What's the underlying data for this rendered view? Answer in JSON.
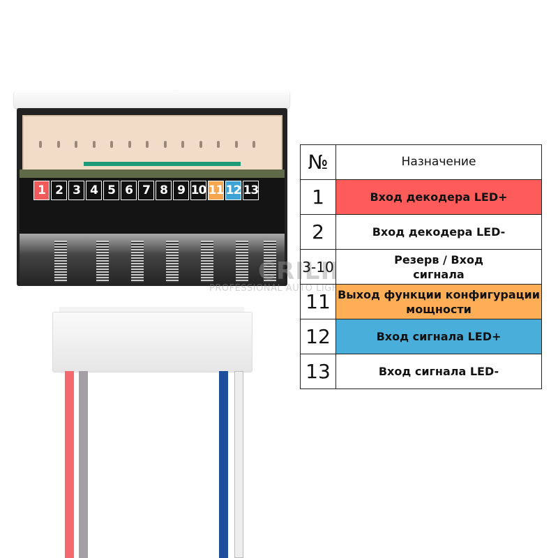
{
  "pins": [
    {
      "label": "1",
      "color": "#f05a5a"
    },
    {
      "label": "2",
      "color": "#111111"
    },
    {
      "label": "3",
      "color": "#111111"
    },
    {
      "label": "4",
      "color": "#111111"
    },
    {
      "label": "5",
      "color": "#111111"
    },
    {
      "label": "6",
      "color": "#111111"
    },
    {
      "label": "7",
      "color": "#111111"
    },
    {
      "label": "8",
      "color": "#111111"
    },
    {
      "label": "9",
      "color": "#111111"
    },
    {
      "label": "10",
      "color": "#111111"
    },
    {
      "label": "11",
      "color": "#f6a64e"
    },
    {
      "label": "12",
      "color": "#3fa3d6"
    },
    {
      "label": "13",
      "color": "#111111"
    }
  ],
  "watermark": {
    "brand": "CRILINE",
    "tagline": "PROFESSIONAL AUTO LIGHTING"
  },
  "table": {
    "header": {
      "num": "№",
      "desc": "Назначение"
    },
    "rows": [
      {
        "num": "1",
        "desc": "Вход декодера LED+",
        "color": "#fe5b5b"
      },
      {
        "num": "2",
        "desc": "Вход декодера LED-",
        "color": "#ffffff"
      },
      {
        "num": "3-10",
        "desc": "Резерв / Вход сигнала",
        "color": "#ffffff"
      },
      {
        "num": "11",
        "desc": "Выход функции конфигурации мощности",
        "color": "#fdae56"
      },
      {
        "num": "12",
        "desc": "Вход сигнала LED+",
        "color": "#4aaedb"
      },
      {
        "num": "13",
        "desc": "Вход сигнала LED-",
        "color": "#ffffff"
      }
    ]
  },
  "wires": [
    {
      "color": "#f36a6e"
    },
    {
      "color": "#a49ea5"
    },
    {
      "color": "#1f4f9c"
    },
    {
      "color": "#eeeeee"
    }
  ]
}
